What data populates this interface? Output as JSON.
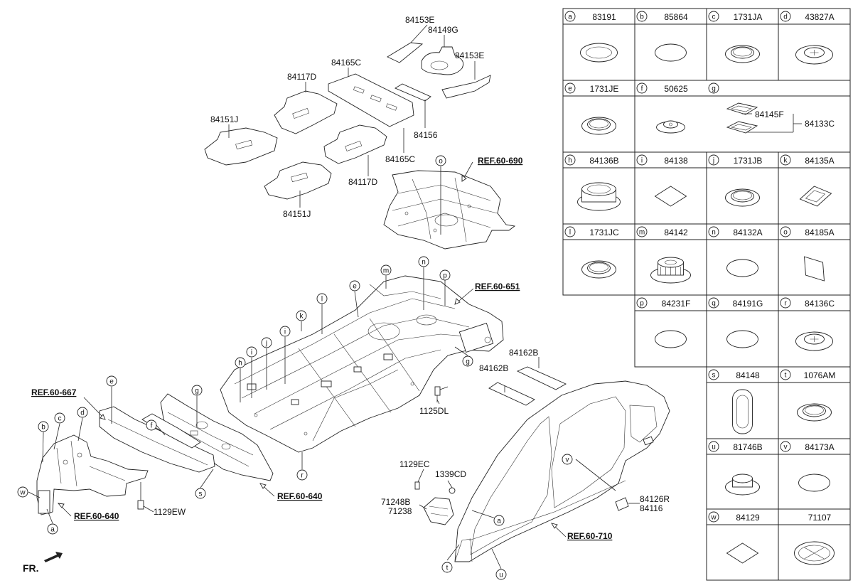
{
  "part_labels": {
    "p84153E_top": "84153E",
    "p84149G": "84149G",
    "p84153E_right": "84153E",
    "p84165C_top": "84165C",
    "p84117D_top": "84117D",
    "p84151J_top": "84151J",
    "p84156": "84156",
    "p84165C_bottom": "84165C",
    "p84117D_bottom": "84117D",
    "p84151J_bottom": "84151J",
    "p84162B_a": "84162B",
    "p84162B_b": "84162B",
    "p1125DL": "1125DL",
    "p1129EC": "1129EC",
    "p1339CD": "1339CD",
    "p71248B": "71248B",
    "p71238": "71238",
    "p84126R": "84126R",
    "p84116": "84116",
    "p1129EW": "1129EW",
    "fr": "FR."
  },
  "refs": {
    "r690": "REF.60-690",
    "r651": "REF.60-651",
    "r667": "REF.60-667",
    "r640a": "REF.60-640",
    "r640b": "REF.60-640",
    "r710": "REF.60-710"
  },
  "callouts": {
    "o_top": "o",
    "m": "m",
    "n": "n",
    "p": "p",
    "e_mid": "e",
    "k": "k",
    "l": "l",
    "j": "j",
    "i1": "i",
    "i2": "i",
    "h": "h",
    "g_right": "g",
    "r": "r",
    "e_left": "e",
    "g_left": "g",
    "f": "f",
    "d": "d",
    "c": "c",
    "b": "b",
    "w": "w",
    "a_left": "a",
    "s": "s",
    "v": "v",
    "a_right": "a",
    "t": "t",
    "u": "u"
  },
  "legend": [
    {
      "letter": "a",
      "code": "83191",
      "icon": "flat-ring-plug-icon"
    },
    {
      "letter": "b",
      "code": "85864",
      "icon": "oval-plug-icon"
    },
    {
      "letter": "c",
      "code": "1731JA",
      "icon": "ring-plug-icon"
    },
    {
      "letter": "d",
      "code": "43827A",
      "icon": "star-grommet-icon"
    },
    {
      "letter": "e",
      "code": "1731JE",
      "icon": "ring-plug-icon"
    },
    {
      "letter": "f",
      "code": "50625",
      "icon": "domed-plug-icon"
    },
    {
      "letter": "g",
      "code": "",
      "icon": "rect-plug-pair-icon",
      "inner_a": "84145F",
      "inner_b": "84133C"
    },
    {
      "letter": "h",
      "code": "84136B",
      "icon": "large-grommet-icon"
    },
    {
      "letter": "i",
      "code": "84138",
      "icon": "diamond-pad-icon"
    },
    {
      "letter": "j",
      "code": "1731JB",
      "icon": "ring-plug-icon"
    },
    {
      "letter": "k",
      "code": "84135A",
      "icon": "rect-grommet-icon"
    },
    {
      "letter": "l",
      "code": "1731JC",
      "icon": "ring-plug-icon"
    },
    {
      "letter": "m",
      "code": "84142",
      "icon": "threaded-grommet-icon"
    },
    {
      "letter": "n",
      "code": "84132A",
      "icon": "oval-plug-icon"
    },
    {
      "letter": "o",
      "code": "84185A",
      "icon": "square-pad-icon"
    },
    {
      "letter": "p",
      "code": "84231F",
      "icon": "oval-plug-icon"
    },
    {
      "letter": "q",
      "code": "84191G",
      "icon": "oval-plug-icon"
    },
    {
      "letter": "r",
      "code": "84136C",
      "icon": "star-grommet-icon"
    },
    {
      "letter": "s",
      "code": "84148",
      "icon": "slot-grommet-icon"
    },
    {
      "letter": "t",
      "code": "1076AM",
      "icon": "ring-plug-icon"
    },
    {
      "letter": "u",
      "code": "81746B",
      "icon": "cap-grommet-icon"
    },
    {
      "letter": "v",
      "code": "84173A",
      "icon": "oval-plug-icon"
    },
    {
      "letter": "w",
      "code": "84129",
      "icon": "diamond-pad-icon"
    },
    {
      "letter": "",
      "code": "71107",
      "icon": "cross-grommet-icon"
    }
  ]
}
